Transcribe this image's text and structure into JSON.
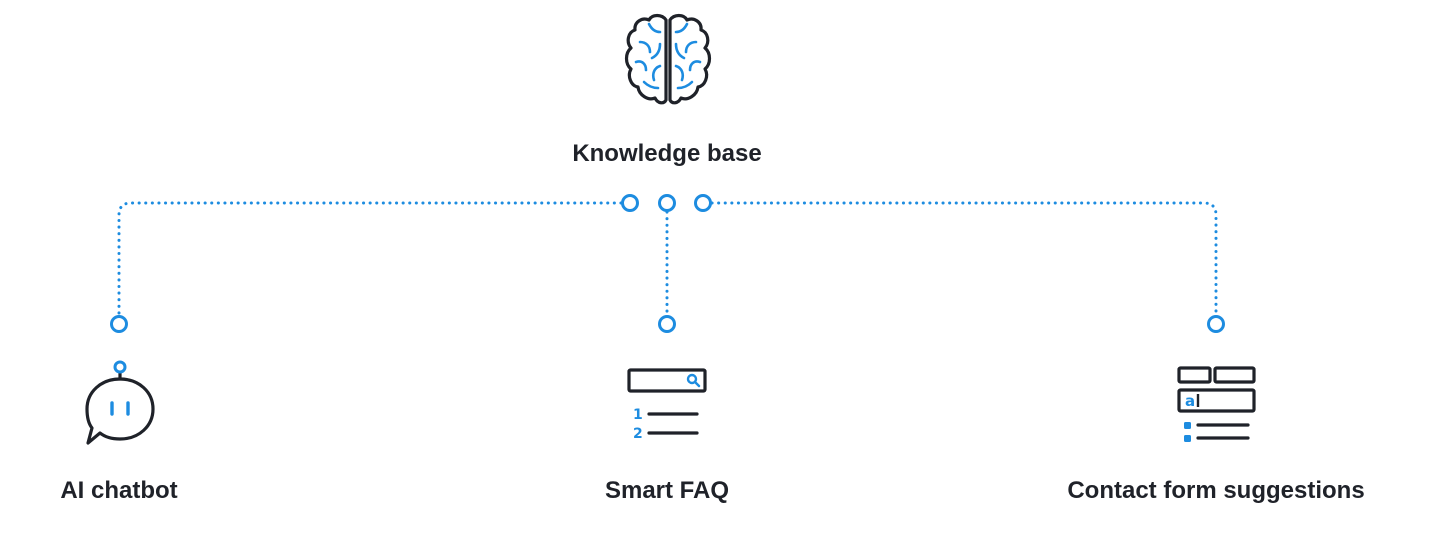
{
  "colors": {
    "accent": "#1d8ce0",
    "ink": "#1f2229",
    "background": "#ffffff"
  },
  "nodes": {
    "knowledge_base": {
      "label": "Knowledge base",
      "icon": "brain-icon"
    },
    "ai_chatbot": {
      "label": "AI chatbot",
      "icon": "chatbot-icon"
    },
    "smart_faq": {
      "label": "Smart FAQ",
      "icon": "faq-search-list-icon",
      "list_numbers": [
        "1",
        "2"
      ]
    },
    "contact_form": {
      "label": "Contact form suggestions",
      "icon": "contact-form-icon",
      "field_text": "a"
    }
  },
  "connections": [
    {
      "from": "knowledge_base",
      "to": "ai_chatbot"
    },
    {
      "from": "knowledge_base",
      "to": "smart_faq"
    },
    {
      "from": "knowledge_base",
      "to": "contact_form"
    }
  ]
}
